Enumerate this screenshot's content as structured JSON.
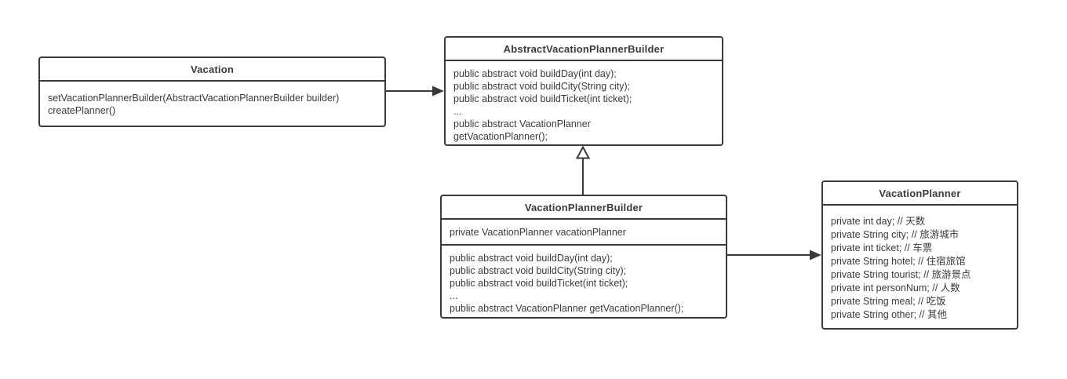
{
  "diagram": {
    "kind": "uml-class-diagram",
    "colors": {
      "background": "#ffffff",
      "line": "#3a3a3a",
      "text": "#3a3a3a"
    }
  },
  "classes": [
    {
      "name": "Vacation",
      "attributes": [],
      "methods": [
        "setVacationPlannerBuilder(AbstractVacationPlannerBuilder builder)",
        "createPlanner()"
      ]
    },
    {
      "name": "AbstractVacationPlannerBuilder",
      "attributes": [],
      "methods": [
        "public abstract void buildDay(int day);",
        "public abstract void buildCity(String city);",
        "public abstract void buildTicket(int ticket);",
        "...",
        "public abstract VacationPlanner",
        "getVacationPlanner();"
      ]
    },
    {
      "name": "VacationPlannerBuilder",
      "attributes": [
        "private VacationPlanner vacationPlanner"
      ],
      "methods": [
        "public abstract void buildDay(int day);",
        "public abstract void buildCity(String city);",
        "public abstract void buildTicket(int ticket);",
        "...",
        "public abstract VacationPlanner getVacationPlanner();"
      ]
    },
    {
      "name": "VacationPlanner",
      "attributes": [
        "private int day; // 天数",
        "private String city; // 旅游城市",
        "private int ticket; // 车票",
        "private String hotel; // 住宿旅馆",
        "private String tourist; // 旅游景点",
        "private int personNum; // 人数",
        "private String meal; // 吃饭",
        "private String other; // 其他"
      ],
      "methods": []
    }
  ],
  "relationships": [
    {
      "from": "Vacation",
      "to": "AbstractVacationPlannerBuilder",
      "type": "association",
      "arrowhead": "filled"
    },
    {
      "from": "VacationPlannerBuilder",
      "to": "AbstractVacationPlannerBuilder",
      "type": "generalization",
      "arrowhead": "hollow-triangle"
    },
    {
      "from": "VacationPlannerBuilder",
      "to": "VacationPlanner",
      "type": "association",
      "arrowhead": "filled"
    }
  ]
}
